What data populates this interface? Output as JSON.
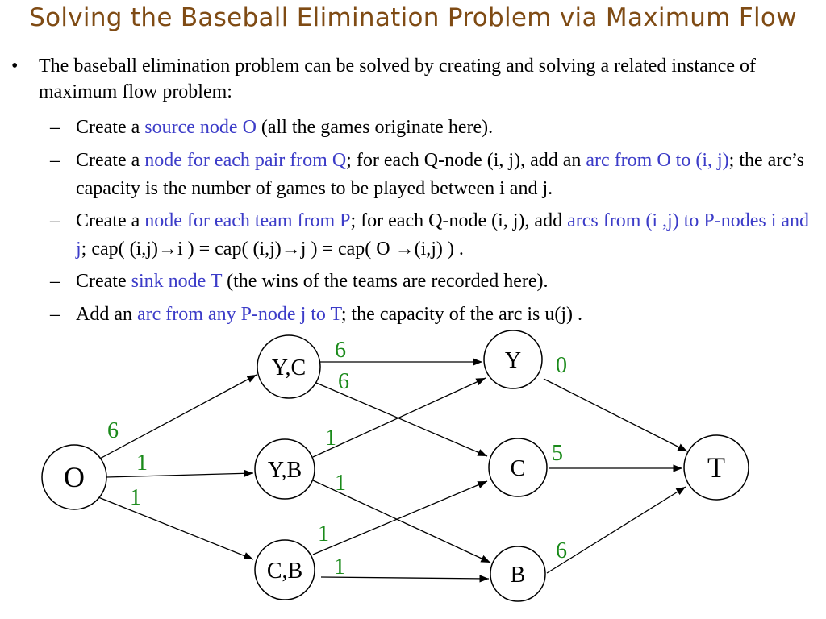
{
  "title": "Solving the Baseball Elimination Problem via Maximum Flow",
  "bullet": {
    "symbol": "•",
    "text": "The baseball elimination problem can be solved by creating and solving a related instance of maximum flow problem:"
  },
  "dash": "–",
  "sub1": {
    "a": "Create a ",
    "b": "source node O",
    "c": " (all the games originate here)."
  },
  "sub2": {
    "a": "Create a ",
    "b": "node for each pair from Q",
    "c": "; for each Q-node (i, j), add an ",
    "d": "arc from O to (i, j)",
    "e": "; the arc’s capacity is the number of games to be played between i and j."
  },
  "sub3": {
    "a": "Create a ",
    "b": "node for each team from P",
    "c": "; for each Q-node (i, j), add ",
    "d": "arcs from (i ,j) to P-nodes i and j",
    "e": "; cap( (i,j)→i ) = cap( (i,j)→j ) = cap( O →(i,j) ) ."
  },
  "sub4": {
    "a": "Create ",
    "b": "sink node T",
    "c": " (the wins of the teams are recorded here)."
  },
  "sub5": {
    "a": "Add an ",
    "b": "arc from any P-node j to T",
    "c": "; the capacity of the arc is u(j) ."
  },
  "graph": {
    "nodes": {
      "O": "O",
      "YC": "Y,C",
      "YB": "Y,B",
      "CB": "C,B",
      "Y": "Y",
      "C": "C",
      "B": "B",
      "T": "T"
    },
    "capacities": {
      "O_YC": "6",
      "O_YB": "1",
      "O_CB": "1",
      "YC_Y": "6",
      "YC_C": "6",
      "YB_Y": "1",
      "YB_B": "1",
      "CB_C": "1",
      "CB_B": "1",
      "Y_T": "0",
      "C_T": "5",
      "B_T": "6"
    },
    "colors": {
      "capacity": "#1a8a1a",
      "highlight": "#3c3cc8",
      "title": "#7f4b14"
    }
  }
}
